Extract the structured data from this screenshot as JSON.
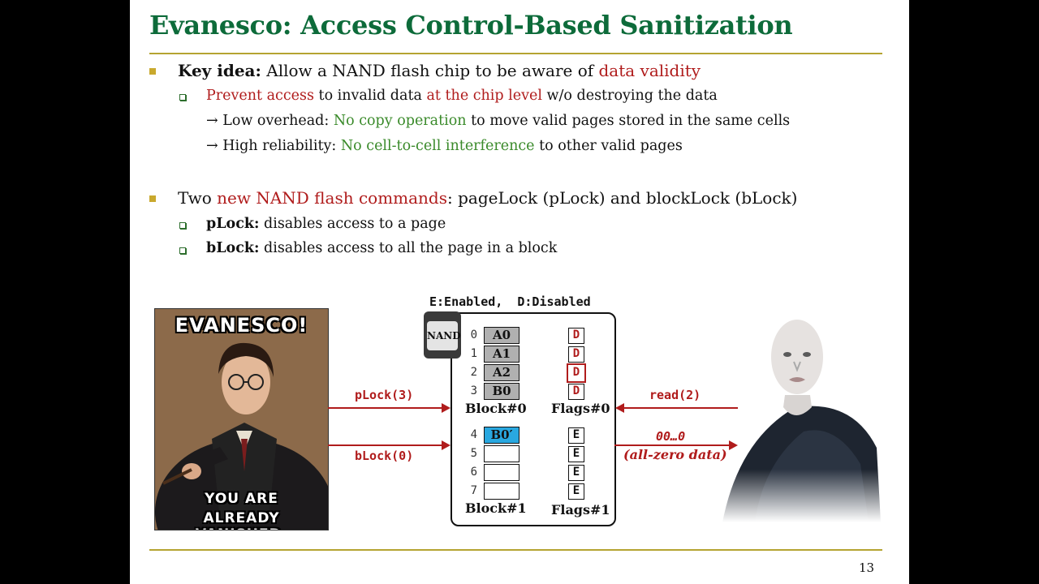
{
  "title": "Evanesco: Access Control-Based Sanitization",
  "bullets": {
    "b1": {
      "label": "Key idea:",
      "text": " Allow a NAND flash chip to be aware of ",
      "red": "data validity"
    },
    "b1_sub1": {
      "red1": "Prevent access",
      "text1": " to invalid data ",
      "red2": "at the chip level",
      "text2": " w/o destroying the data"
    },
    "b1_sub1_a": {
      "arrow": "→",
      "text1": " Low overhead: ",
      "green": "No copy operation",
      "text2": " to move valid pages stored in the same cells"
    },
    "b1_sub1_b": {
      "arrow": "→",
      "text1": " High reliability: ",
      "green": "No cell-to-cell interference",
      "text2": " to other valid pages"
    },
    "b2": {
      "text1": "Two ",
      "red": "new NAND flash commands",
      "text2": ": pageLock (pLock) and blockLock (bLock)"
    },
    "b2_sub1": {
      "label": "pLock:",
      "text": " disables access to a page"
    },
    "b2_sub2": {
      "label": "bLock:",
      "text": " disables access to all the page in a block"
    }
  },
  "diagram": {
    "legend": "E:Enabled,  D:Disabled",
    "chip_label": "NAND",
    "block0": {
      "label": "Block#0",
      "indices": [
        "0",
        "1",
        "2",
        "3"
      ],
      "pages": [
        "A0",
        "A1",
        "A2",
        "B0"
      ]
    },
    "block1": {
      "label": "Block#1",
      "indices": [
        "4",
        "5",
        "6",
        "7"
      ],
      "pages": [
        "B0′",
        "",
        "",
        ""
      ]
    },
    "flags0": {
      "label": "Flags#0",
      "values": [
        "D",
        "D",
        "D",
        "D"
      ]
    },
    "flags1": {
      "label": "Flags#1",
      "values": [
        "E",
        "E",
        "E",
        "E"
      ]
    },
    "cmd_plock": "pLock(3)",
    "cmd_block": "bLock(0)",
    "cmd_read": "read(2)",
    "result_data": "00…0",
    "result_desc": "(all-zero data)"
  },
  "meme": {
    "top": "EVANESCO!",
    "bottom1": "YOU ARE",
    "bottom2": "ALREADY VANISHED."
  },
  "page_number": "13",
  "colors": {
    "title": "#0d6b3a",
    "accent_red": "#b01c1c",
    "accent_green": "#3a8a2a",
    "rule": "#b5a431",
    "blue_page": "#29a8e0"
  }
}
